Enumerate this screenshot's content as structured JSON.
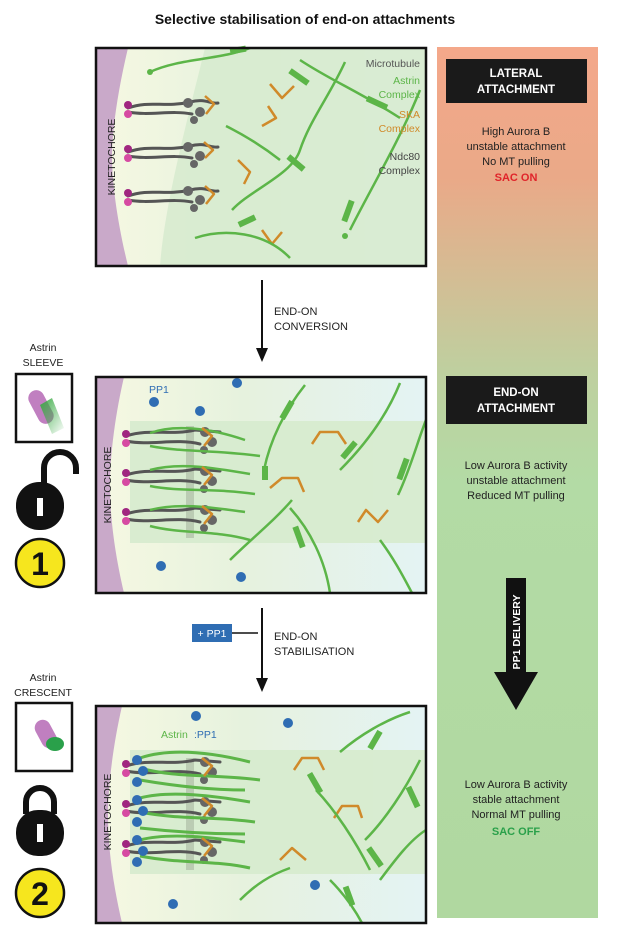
{
  "title": "Selective stabilisation of end-on attachments",
  "legend": {
    "microtubule": "Microtubule",
    "astrin_1": "Astrin",
    "astrin_2": "Complex",
    "ska_1": "SKA",
    "ska_2": "Complex",
    "ndc80_1": "Ndc80",
    "ndc80_2": "Complex"
  },
  "kinetochore_label": "KINETOCHORE",
  "steps": {
    "conversion_1": "END-ON",
    "conversion_2": "CONVERSION",
    "stabilisation_1": "END-ON",
    "stabilisation_2": "STABILISATION",
    "pp1_tag": "+ PP1"
  },
  "panel2": {
    "pp1_label": "PP1"
  },
  "panel3": {
    "astrin_label": "Astrin",
    "pp1_label": ":PP1"
  },
  "sleeve": {
    "line1": "Astrin",
    "line2": "SLEEVE",
    "number": "1"
  },
  "crescent": {
    "line1": "Astrin",
    "line2": "CRESCENT",
    "number": "2"
  },
  "sidebar": {
    "lateral": {
      "heading_1": "LATERAL",
      "heading_2": "ATTACHMENT",
      "lines": [
        "High Aurora B",
        "unstable attachment",
        "No MT pulling"
      ],
      "sac": "SAC ON"
    },
    "endon": {
      "heading_1": "END-ON",
      "heading_2": "ATTACHMENT",
      "lines": [
        "Low Aurora B activity",
        "unstable attachment",
        "Reduced MT pulling"
      ]
    },
    "delivery": "PP1 DELIVERY",
    "stable": {
      "lines": [
        "Low Aurora B activity",
        "stable attachment",
        "Normal MT pulling"
      ],
      "sac": "SAC OFF"
    }
  },
  "colors": {
    "green": "#5cb548",
    "orange": "#d08a2a",
    "grey": "#555555",
    "blue": "#2f6db3",
    "magenta": "#b42a8c",
    "sac_on": "#e0242a",
    "sac_off": "#2aa04a",
    "yellow": "#f6e61e"
  },
  "icons": [
    "padlock-open-icon",
    "padlock-closed-icon"
  ]
}
